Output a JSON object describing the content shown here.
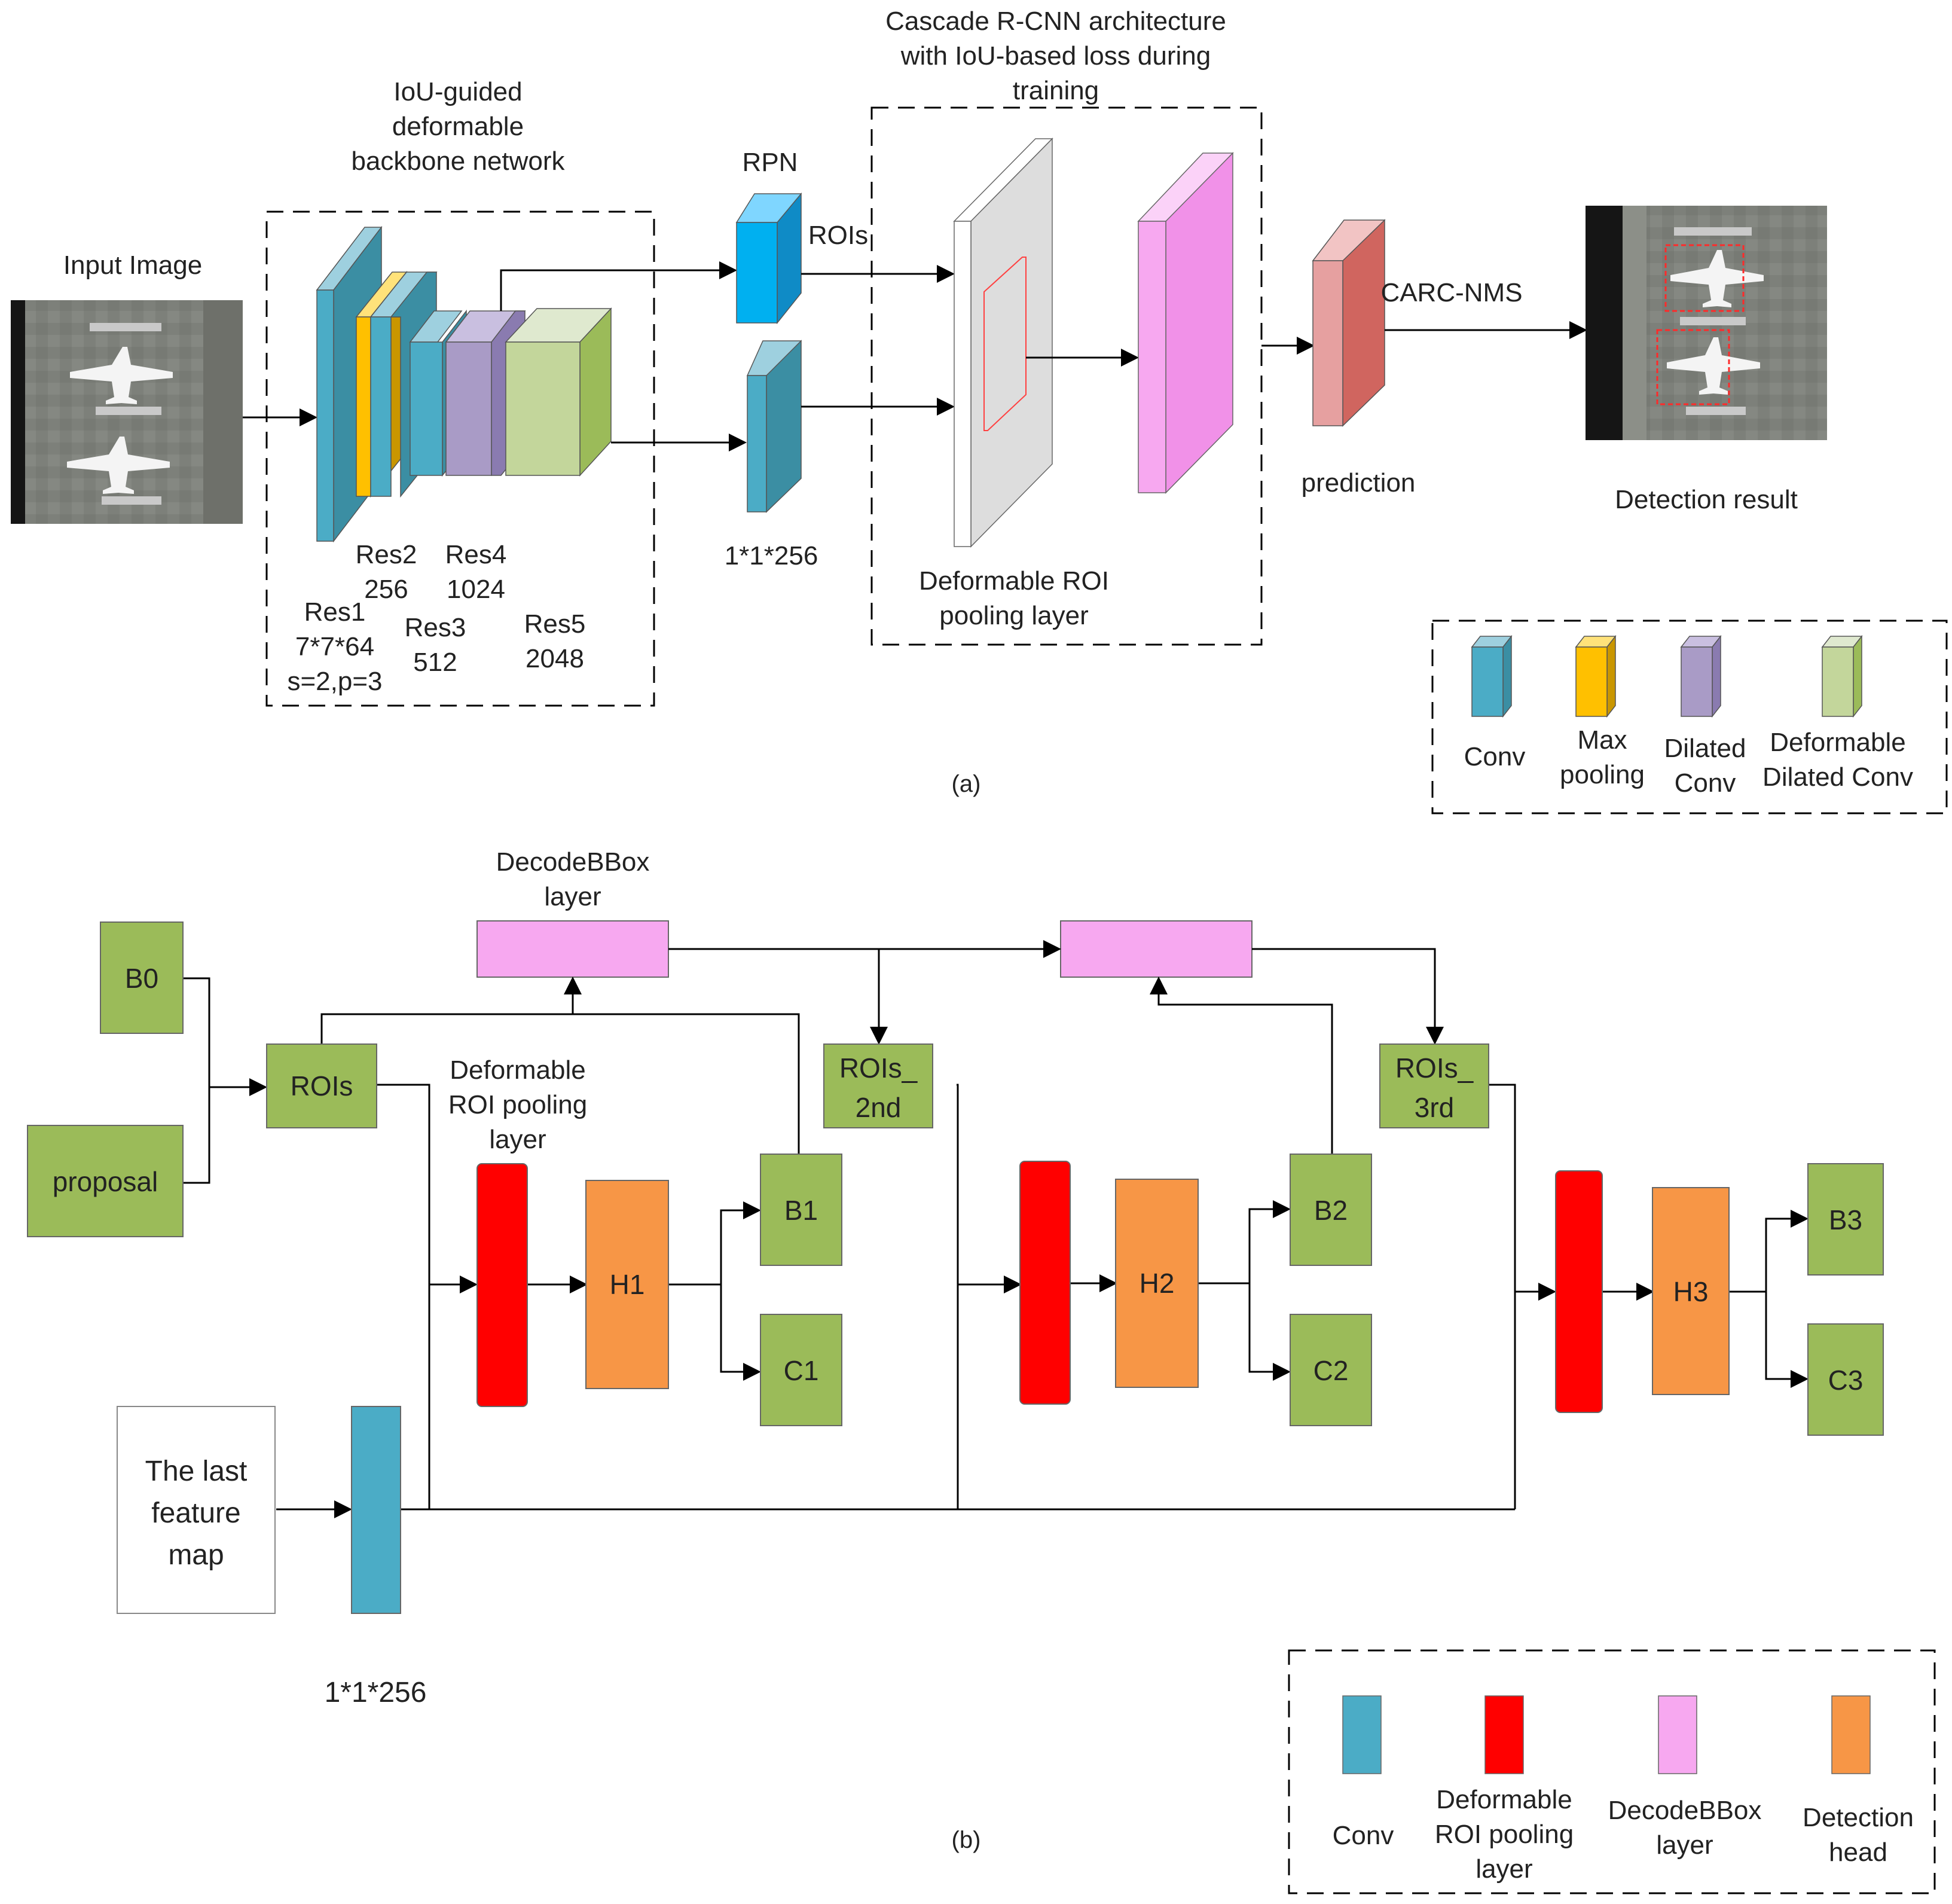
{
  "part_a": {
    "caption": "(a)",
    "input_image_label": "Input Image",
    "backbone_title": [
      "IoU-guided",
      "deformable",
      "backbone network"
    ],
    "res_labels": {
      "res1": [
        "Res1",
        "7*7*64",
        "s=2,p=3"
      ],
      "res2": [
        "Res2",
        "256"
      ],
      "res3": [
        "Res3",
        "512"
      ],
      "res4": [
        "Res4",
        "1024"
      ],
      "res5": [
        "Res5",
        "2048"
      ]
    },
    "rpn_label": "RPN",
    "rois_label": "ROIs",
    "conv_size_label": "1*1*256",
    "cascade_title": [
      "Cascade R-CNN architecture",
      "with IoU-based loss during",
      "training"
    ],
    "deform_roi_label": [
      "Deformable ROI",
      "pooling layer"
    ],
    "prediction_label": "prediction",
    "carc_nms_label": "CARC-NMS",
    "detection_result_label": "Detection result",
    "legend": [
      {
        "label": [
          "Conv"
        ],
        "color": "#4bacc6"
      },
      {
        "label": [
          "Max",
          "pooling"
        ],
        "color": "#ffc000"
      },
      {
        "label": [
          "Dilated",
          "Conv"
        ],
        "color": "#a99bc6"
      },
      {
        "label": [
          "Deformable",
          "Dilated Conv"
        ],
        "color": "#c3d69b"
      }
    ]
  },
  "part_b": {
    "caption": "(b)",
    "decodebbox_label": [
      "DecodeBBox",
      "layer"
    ],
    "b0": "B0",
    "proposal": "proposal",
    "rois": "ROIs",
    "rois_2nd": [
      "ROIs_",
      "2nd"
    ],
    "rois_3rd": [
      "ROIs_",
      "3rd"
    ],
    "deform_label": [
      "Deformable",
      "ROI pooling",
      "layer"
    ],
    "h1": "H1",
    "h2": "H2",
    "h3": "H3",
    "b1": "B1",
    "b2": "B2",
    "b3": "B3",
    "c1": "C1",
    "c2": "C2",
    "c3": "C3",
    "feature_map": [
      "The last",
      "feature",
      "map"
    ],
    "conv_size_label": "1*1*256",
    "legend": [
      {
        "label": [
          "Conv"
        ],
        "color": "#4bacc6"
      },
      {
        "label": [
          "Deformable",
          "ROI pooling",
          "layer"
        ],
        "color": "#ff0000"
      },
      {
        "label": [
          "DecodeBBox",
          "layer"
        ],
        "color": "#f7a8f0"
      },
      {
        "label": [
          "Detection",
          "head"
        ],
        "color": "#f79646"
      }
    ]
  },
  "colors": {
    "conv": "#4bacc6",
    "maxpool": "#ffc000",
    "dilated": "#a99bc6",
    "deform_dilated": "#c3d69b",
    "green_box": "#9bbb59",
    "red": "#ff0000",
    "orange": "#f79646",
    "pink": "#f7a8f0",
    "rpn": "#00b0f0",
    "prediction": "#e6a0a0"
  }
}
